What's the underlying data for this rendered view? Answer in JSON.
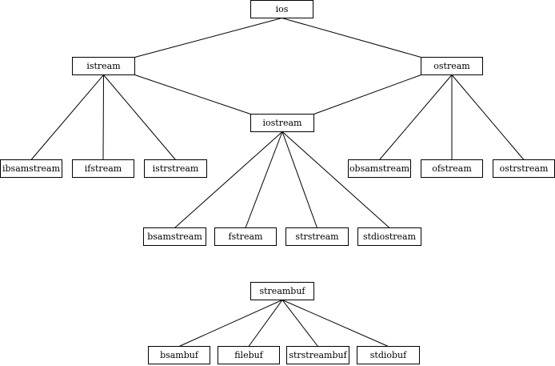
{
  "hierarchy": {
    "ios": "ios",
    "istream": "istream",
    "ostream": "ostream",
    "iostream": "iostream",
    "ibsamstream": "ibsamstream",
    "ifstream": "ifstream",
    "istrstream": "istrstream",
    "obsamstream": "obsamstream",
    "ofstream": "ofstream",
    "ostrstream": "ostrstream",
    "bsamstream": "bsamstream",
    "fstream": "fstream",
    "strstream": "strstream",
    "stdiostream": "stdiostream"
  },
  "buffers": {
    "streambuf": "streambuf",
    "bsambuf": "bsambuf",
    "filebuf": "filebuf",
    "strstreambuf": "strstreambuf",
    "stdiobuf": "stdiobuf"
  },
  "edges": [
    [
      "ios",
      "istream"
    ],
    [
      "ios",
      "ostream"
    ],
    [
      "istream",
      "iostream"
    ],
    [
      "ostream",
      "iostream"
    ],
    [
      "istream",
      "ibsamstream"
    ],
    [
      "istream",
      "ifstream"
    ],
    [
      "istream",
      "istrstream"
    ],
    [
      "ostream",
      "obsamstream"
    ],
    [
      "ostream",
      "ofstream"
    ],
    [
      "ostream",
      "ostrstream"
    ],
    [
      "iostream",
      "bsamstream"
    ],
    [
      "iostream",
      "fstream"
    ],
    [
      "iostream",
      "strstream"
    ],
    [
      "iostream",
      "stdiostream"
    ],
    [
      "streambuf",
      "bsambuf"
    ],
    [
      "streambuf",
      "filebuf"
    ],
    [
      "streambuf",
      "strstreambuf"
    ],
    [
      "streambuf",
      "stdiobuf"
    ]
  ]
}
